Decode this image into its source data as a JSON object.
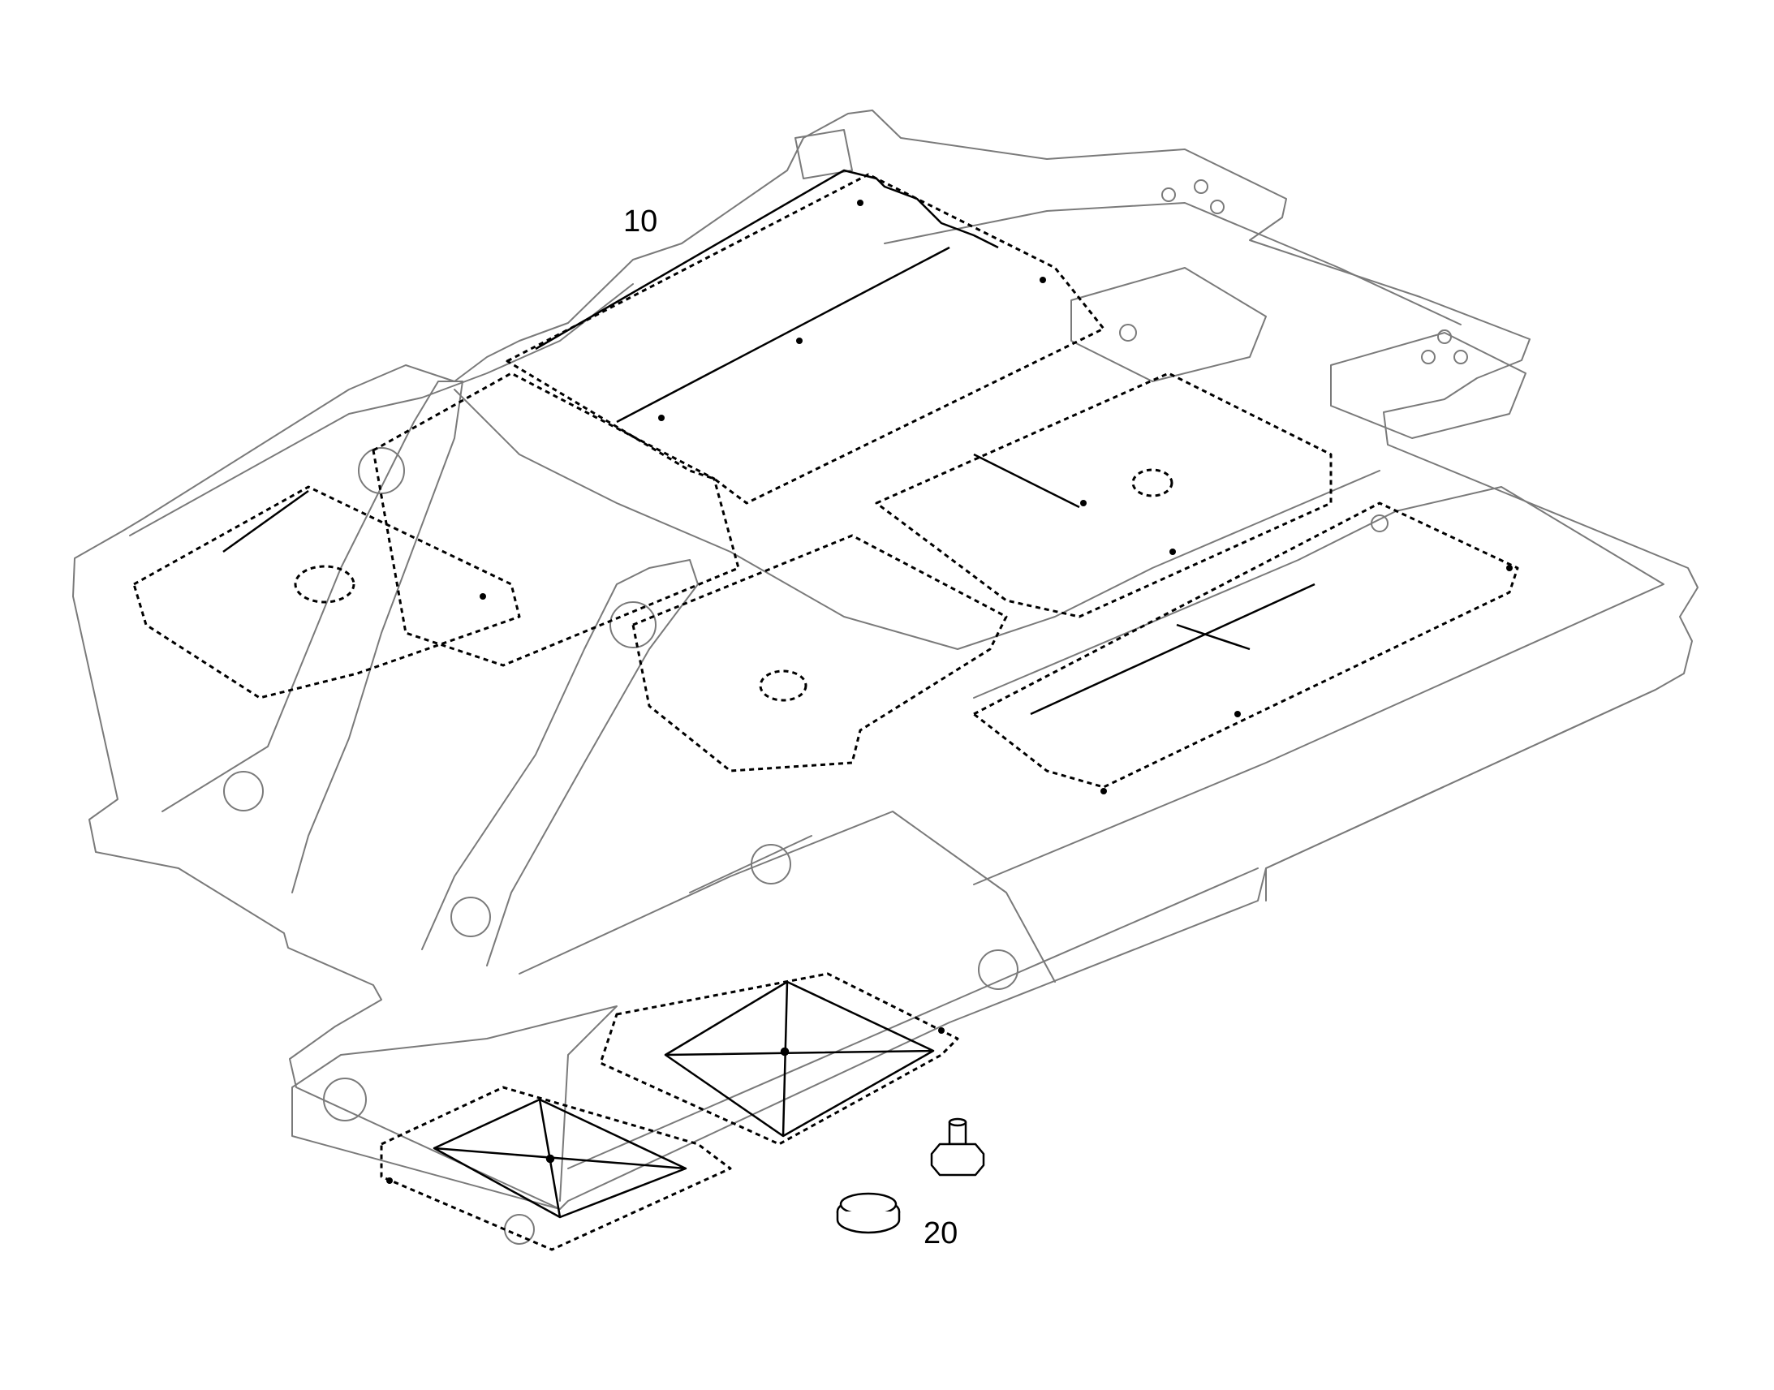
{
  "diagram": {
    "callouts": [
      {
        "id": "10",
        "text": "10"
      },
      {
        "id": "20",
        "text": "20"
      }
    ],
    "colors": {
      "line": "#000000",
      "frame_line": "#7a7a7a",
      "background": "#ffffff"
    }
  }
}
